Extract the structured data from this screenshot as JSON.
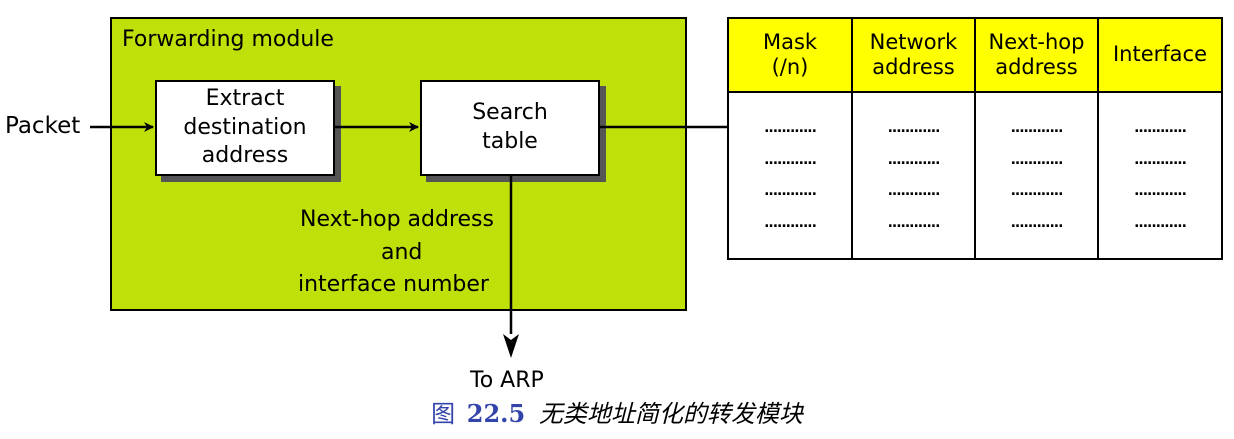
{
  "colors": {
    "module_fill": "#c0e00a",
    "table_header_fill": "#ffff00",
    "caption_blue": "#3344aa",
    "shadow": "#555555"
  },
  "module": {
    "title": "Forwarding module",
    "extract_box": {
      "lines": [
        "Extract",
        "destination",
        "address"
      ]
    },
    "search_box": {
      "lines": [
        "Search",
        "table"
      ]
    },
    "output_label": [
      "Next-hop address",
      "and",
      "interface number"
    ]
  },
  "inputs": {
    "packet": "Packet"
  },
  "outputs": {
    "to_arp": "To ARP"
  },
  "table": {
    "headers": [
      [
        "Mask",
        "(/n)"
      ],
      [
        "Network",
        "address"
      ],
      [
        "Next-hop",
        "address"
      ],
      [
        "Interface"
      ]
    ],
    "rows": [
      [
        "............",
        "............",
        "............",
        "............"
      ],
      [
        "............",
        "............",
        "............",
        "............"
      ],
      [
        "............",
        "............",
        "............",
        "............"
      ],
      [
        "............",
        "............",
        "............",
        "............"
      ]
    ]
  },
  "caption": {
    "prefix": "图",
    "number": "22.5",
    "text": "无类地址简化的转发模块"
  }
}
